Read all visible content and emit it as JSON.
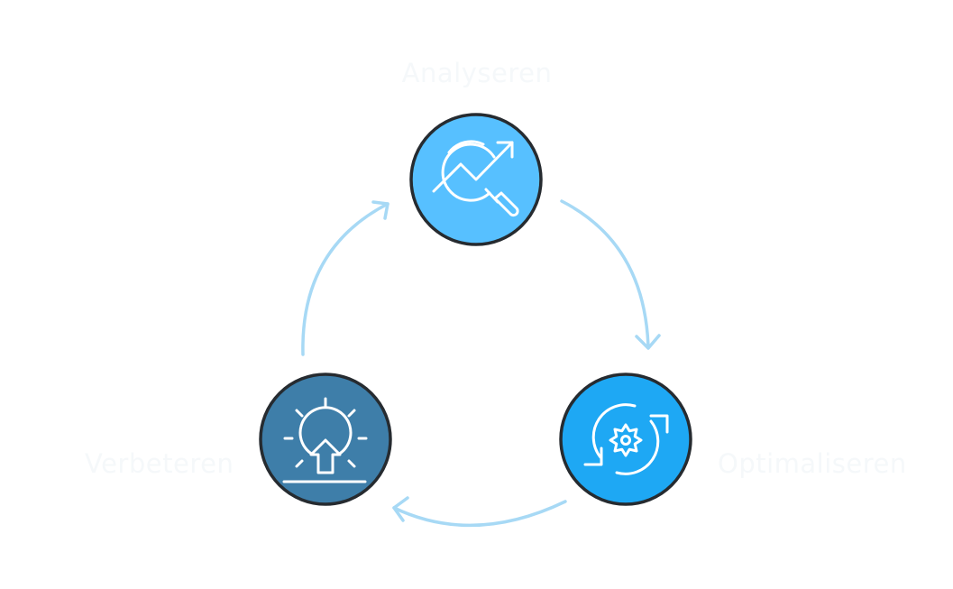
{
  "diagram": {
    "steps": [
      {
        "label": "Analyseren",
        "icon": "magnifier-chart-icon",
        "fill": "#57c0ff"
      },
      {
        "label": "Optimaliseren",
        "icon": "gear-refresh-icon",
        "fill": "#1ea8f4"
      },
      {
        "label": "Verbeteren",
        "icon": "sunrise-arrow-up-icon",
        "fill": "#3e7ea9"
      }
    ],
    "colors": {
      "arrow": "#a7d9f5",
      "label": "#f5f8fa",
      "outline": "#262b30",
      "icon_line": "#ffffff"
    }
  }
}
